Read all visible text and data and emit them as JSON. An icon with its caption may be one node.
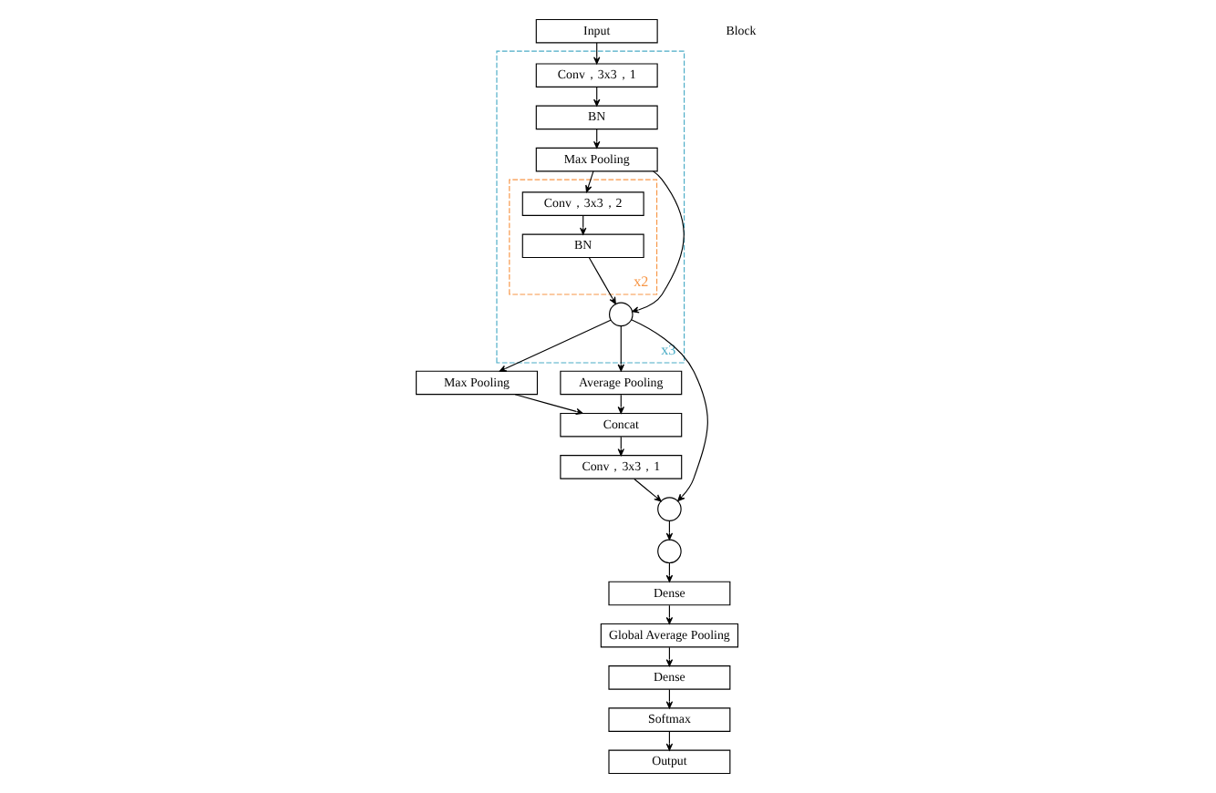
{
  "diagram": {
    "nodes": [
      {
        "text": [
          "Input"
        ]
      },
      {
        "text": [
          "x3"
        ]
      },
      {
        "text": [
          "Conv，3x3，1"
        ],
        "in": 1
      },
      {
        "text": [
          "BN"
        ],
        "in": 1
      },
      {
        "text": [
          "Max Pooling"
        ],
        "in": 1
      },
      {
        "text": [
          "x2"
        ],
        "in": 1
      },
      {
        "text": [
          "Conv，3x3，2"
        ],
        "in": 5
      },
      {
        "text": [
          "BN"
        ],
        "in": 5
      },
      {
        "text": [],
        "shape": "circle",
        "in": 1
      },
      {
        "text": [
          "Max Pooling"
        ]
      },
      {
        "text": [
          "Average Pooling"
        ]
      },
      {
        "text": [
          "Concat"
        ]
      },
      {
        "text": [
          "Conv，3x3，1"
        ]
      },
      {
        "text": [],
        "shape": "circle"
      },
      {
        "text": [],
        "shape": "circle"
      },
      {
        "text": [
          "Dense"
        ]
      },
      {
        "text": [
          "Global Average Pooling"
        ]
      },
      {
        "text": [
          "Dense"
        ]
      },
      {
        "text": [
          "Softmax"
        ]
      },
      {
        "text": [
          "Output"
        ]
      }
    ],
    "edges": [
      {
        "from": 0,
        "to": 2,
        "arrow": "to"
      },
      {
        "from": 2,
        "to": 3,
        "arrow": "to"
      },
      {
        "from": 3,
        "to": 4,
        "arrow": "to"
      },
      {
        "from": 4,
        "to": 6,
        "arrow": "to"
      },
      {
        "from": 4,
        "to": 8,
        "arrow": "to"
      },
      {
        "from": 6,
        "to": 7,
        "arrow": "to"
      },
      {
        "from": 7,
        "to": 8,
        "arrow": "to"
      },
      {
        "from": 8,
        "to": 9,
        "arrow": "to"
      },
      {
        "from": 8,
        "to": 10,
        "arrow": "to"
      },
      {
        "from": 8,
        "to": 13,
        "arrow": "to"
      },
      {
        "from": 9,
        "to": 11,
        "arrow": "to"
      },
      {
        "from": 10,
        "to": 11,
        "arrow": "to"
      },
      {
        "from": 11,
        "to": 12,
        "arrow": "to"
      },
      {
        "from": 12,
        "to": 13,
        "arrow": "to"
      },
      {
        "from": 13,
        "to": 14,
        "arrow": "to"
      },
      {
        "from": 14,
        "to": 15,
        "arrow": "to"
      },
      {
        "from": 15,
        "to": 16,
        "arrow": "to"
      },
      {
        "from": 16,
        "to": 17,
        "arrow": "to"
      },
      {
        "from": 17,
        "to": 18,
        "arrow": "to"
      },
      {
        "from": 18,
        "to": 19,
        "arrow": "to"
      }
    ],
    "labels": [
      "Block"
    ]
  }
}
